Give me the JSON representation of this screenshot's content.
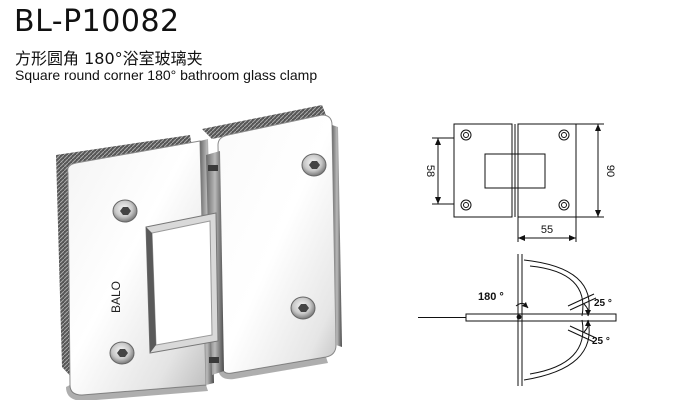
{
  "header": {
    "model": "BL-P10082",
    "name_cn": "方形圆角 180°浴室玻璃夹",
    "name_en": "Square round corner 180°  bathroom glass clamp"
  },
  "product": {
    "brand_mark": "BALO"
  },
  "drawing": {
    "dim_height_inner": "58",
    "dim_height_outer": "90",
    "dim_width": "55",
    "angle_main": "180 °",
    "angle_upper": "25 °",
    "angle_lower": "25 °"
  }
}
